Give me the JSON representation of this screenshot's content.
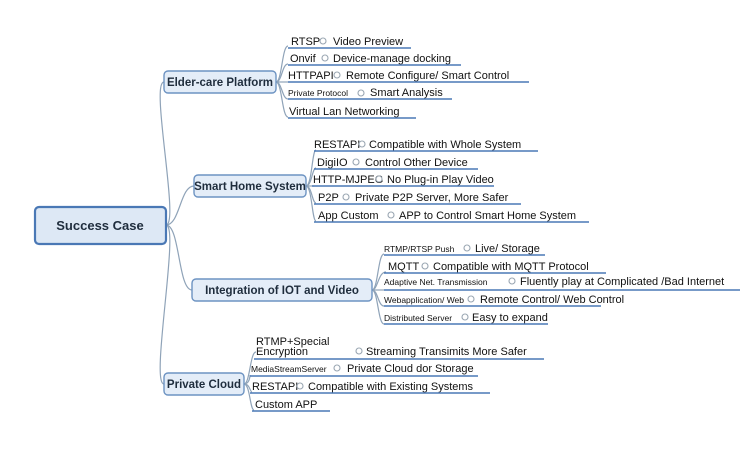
{
  "root": {
    "label": "Success Case"
  },
  "branches": [
    {
      "label": "Elder-care Platform",
      "items": [
        {
          "tag": "RTSP",
          "desc": "Video Preview"
        },
        {
          "tag": "Onvif",
          "desc": "Device-manage docking"
        },
        {
          "tag": "HTTPAPI",
          "desc": "Remote Configure/ Smart Control"
        },
        {
          "tag": "Private Protocol",
          "desc": "Smart Analysis"
        },
        {
          "tag": "Virtual Lan Networking",
          "desc": ""
        }
      ]
    },
    {
      "label": "Smart Home System",
      "items": [
        {
          "tag": "RESTAPI",
          "desc": "Compatible with Whole System"
        },
        {
          "tag": "DigiIO",
          "desc": "Control Other Device"
        },
        {
          "tag": "HTTP-MJPEG",
          "desc": "No Plug-in Play Video"
        },
        {
          "tag": "P2P",
          "desc": "Private P2P Server, More Safer"
        },
        {
          "tag": "App Custom",
          "desc": "APP to Control Smart Home System"
        }
      ]
    },
    {
      "label": "Integration of IOT and Video",
      "items": [
        {
          "tag": "RTMP/RTSP Push",
          "desc": "Live/ Storage"
        },
        {
          "tag": "MQTT",
          "desc": "Compatible with MQTT Protocol"
        },
        {
          "tag": "Adaptive Net. Transmission",
          "desc": "Fluently play at Complicated /Bad Internet"
        },
        {
          "tag": "Webapplication/ Web",
          "desc": "Remote Control/ Web Control"
        },
        {
          "tag": "Distributed Server",
          "desc": "Easy to expand"
        }
      ]
    },
    {
      "label": "Private Cloud",
      "items": [
        {
          "tag": "RTMP+Special",
          "tag2": "Encryption",
          "desc": "Streaming Transimits More Safer"
        },
        {
          "tag": "MediaStreamServer",
          "desc": "Private Cloud dor Storage"
        },
        {
          "tag": "RESTAPI",
          "desc": "Compatible with Existing Systems"
        },
        {
          "tag": "Custom APP",
          "desc": ""
        }
      ]
    }
  ]
}
